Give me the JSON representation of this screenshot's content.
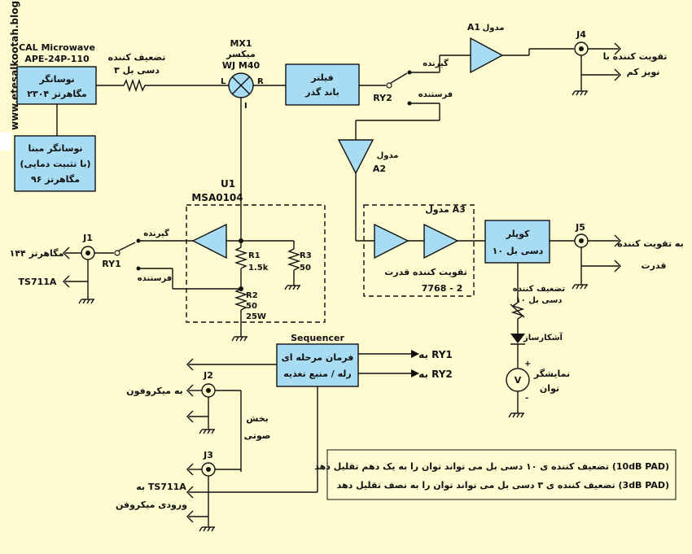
{
  "side_url": "www.etesalkootah.blog.ir",
  "osc": {
    "model1": "CAL Microwave",
    "model2": "APE-24P-110",
    "title": "نوسانگر",
    "freq": "۲۳۰۴ مگاهرتز"
  },
  "ref": {
    "line1": "نوسانگر مبنا",
    "line2": "(با تثبیت دمایی)",
    "line3": "۹۶ مگاهرتز"
  },
  "att3": {
    "line1": "تضعیف کننده",
    "line2": "۳ دسی بل"
  },
  "mixer": {
    "ref": "MX1",
    "name": "میکسر",
    "model": "WJ  M40",
    "port_l": "L",
    "port_r": "R",
    "port_i": "I"
  },
  "filter": {
    "line1": "فیلتر",
    "line2": "باند گذر"
  },
  "ry2": {
    "label": "RY2",
    "rx": "گیرنده",
    "tx": "فرستنده"
  },
  "a1": {
    "line1": "مدول",
    "line2": "A1"
  },
  "j4": {
    "ref": "J4",
    "line1": "تقویت کننده با",
    "line2": "نویز کم"
  },
  "a2": {
    "line1": "مدول",
    "line2": "A2"
  },
  "a3": {
    "label": "مدول  A3",
    "power": "تقویت کننده قدرت",
    "model": "7768 - 2"
  },
  "coupler": {
    "line1": "کوپلر",
    "line2": "۱۰ دسی بل"
  },
  "j5": {
    "ref": "J5",
    "line1": "به تقویت کننده",
    "line2": "قدرت"
  },
  "att10": {
    "line1": "تضعیف کننده",
    "line2": "۱۰ دسی بل"
  },
  "detector": "آشکارساز",
  "meter": {
    "symbol": "V",
    "line1": "نمایشگر",
    "line2": "توان"
  },
  "u1": {
    "ref": "U1",
    "model": "MSA0104"
  },
  "r1": {
    "name": "R1",
    "value": "1.5k"
  },
  "r2": {
    "name": "R2",
    "value1": "50",
    "value2": "25W"
  },
  "r3": {
    "name": "R3",
    "value": "50"
  },
  "j1": {
    "ref": "J1",
    "freq": "۱۴۴ مگاهرتز",
    "model": "TS711A"
  },
  "ry1": {
    "label": "RY1",
    "rx": "گیرنده",
    "tx": "فرستنده"
  },
  "sequencer": {
    "title": "Sequencer",
    "line1": "فرمان مرحله ای",
    "line2": "رله / منبع تغذیه",
    "to1": "به RY1",
    "to2": "به RY2"
  },
  "j2": {
    "ref": "J2",
    "label": "به میکروفون"
  },
  "audio": {
    "line1": "بخش",
    "line2": "صوتی"
  },
  "j3": {
    "ref": "J3",
    "line1": "به TS711A",
    "line2": "ورودی میکروفن"
  },
  "notes": {
    "line1": "تضعیف کننده ی ۱۰ دسی بل می تواند توان را به یک دهم تقلیل دهد  (10dB PAD)",
    "line2": "تضعیف کننده ی ۳ دسی بل می تواند توان را به نصف تقلیل دهد  (3dB PAD)"
  }
}
